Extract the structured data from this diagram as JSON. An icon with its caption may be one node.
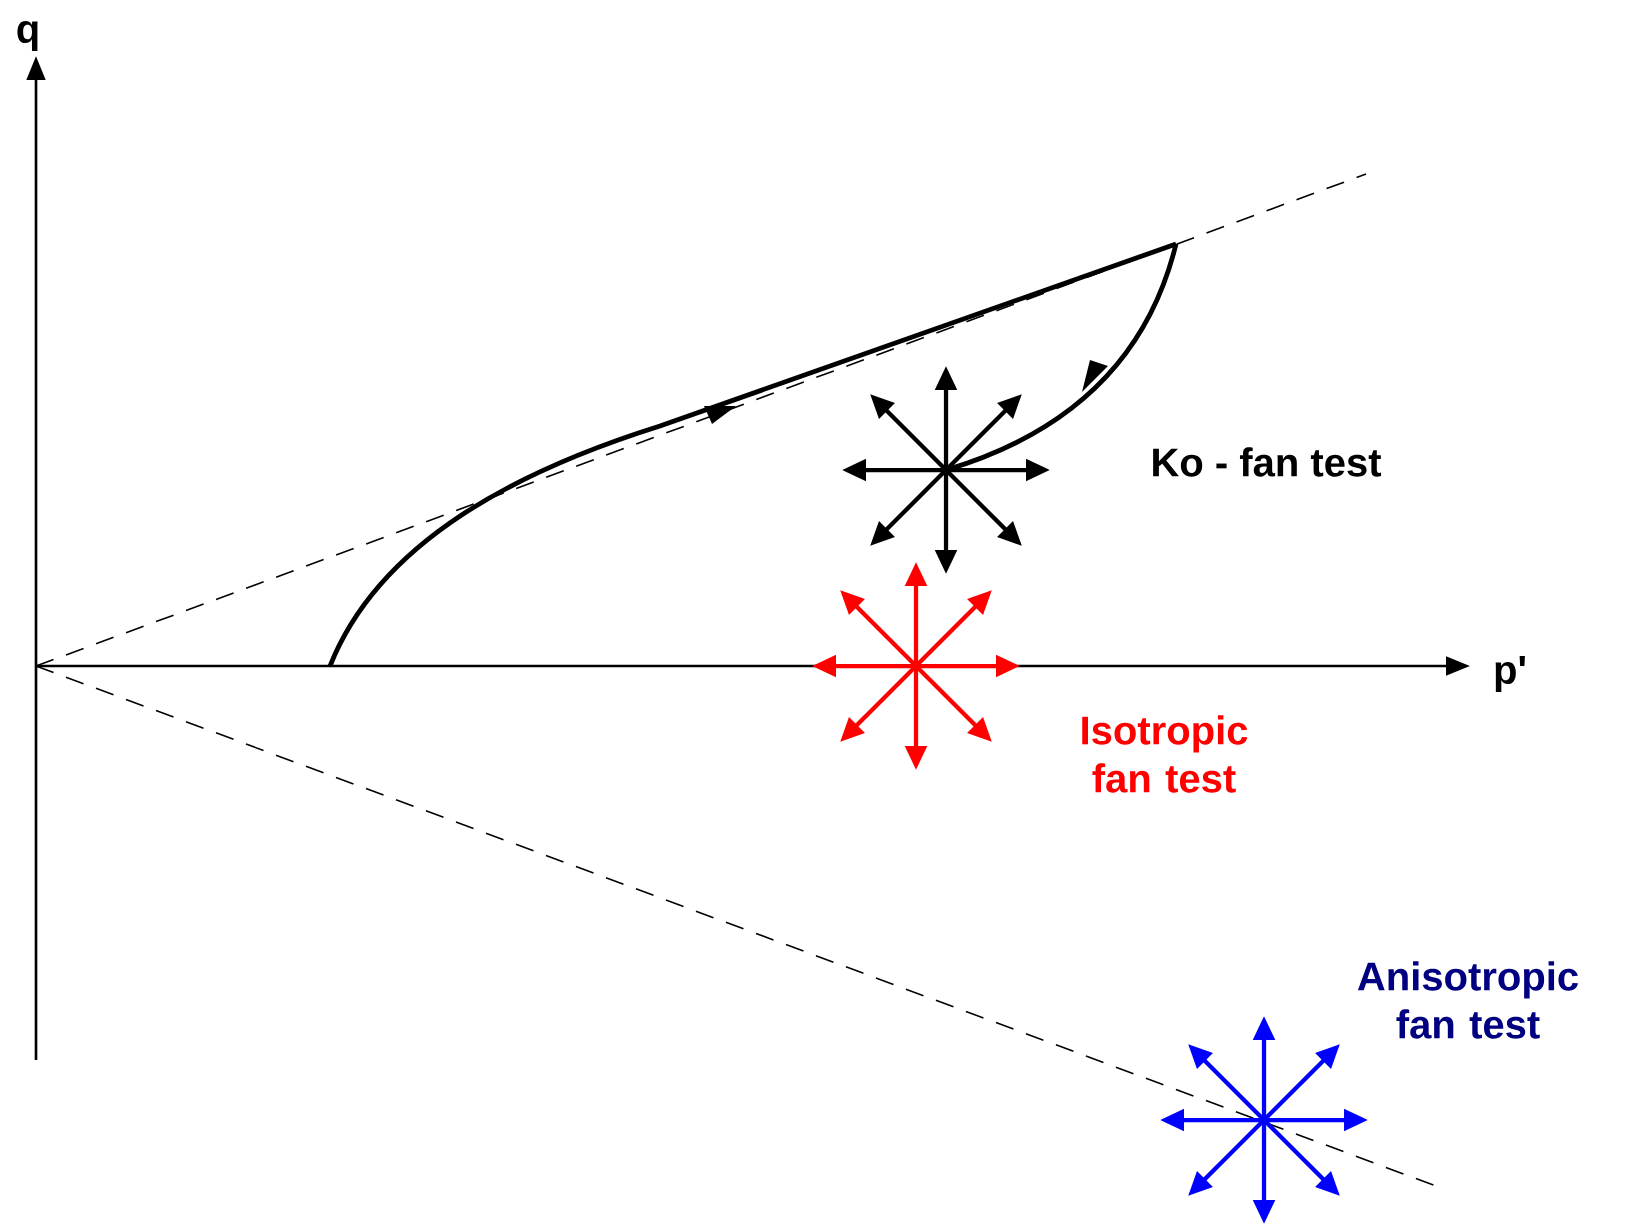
{
  "diagram": {
    "labels": [
      "q",
      "p'",
      "Ko - fan test",
      "Isotropic fan test",
      "Anisotropic fan test"
    ]
  }
}
